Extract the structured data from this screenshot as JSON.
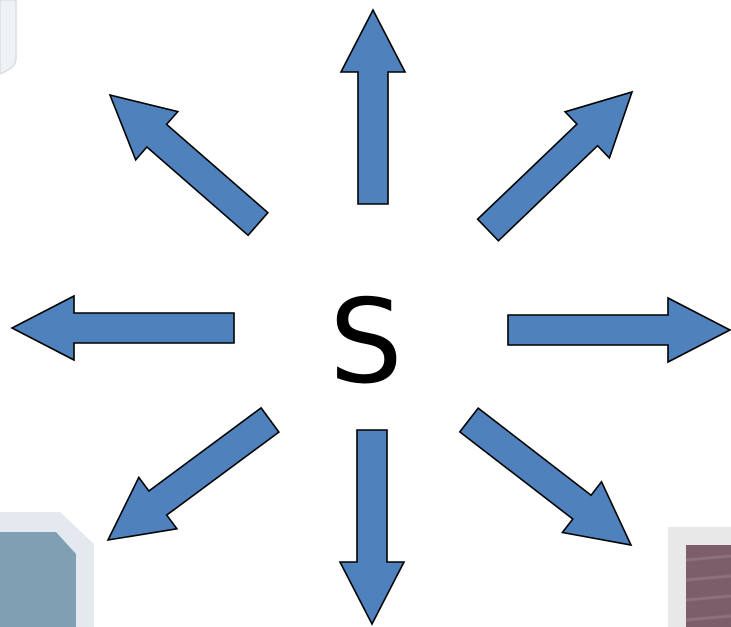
{
  "center": {
    "letter": "S"
  },
  "colors": {
    "arrow_fill": "#4f81bd",
    "arrow_stroke": "#000000",
    "letter": "#000000",
    "corner_frame_left": "#e3e9ee",
    "corner_fill_left": "#7f9fb2",
    "corner_frame_right": "#e8e8e8",
    "corner_texture_right": "#7b5e6a"
  },
  "arrows": [
    {
      "name": "arrow-up",
      "direction": "up"
    },
    {
      "name": "arrow-up-right",
      "direction": "up-right"
    },
    {
      "name": "arrow-right",
      "direction": "right"
    },
    {
      "name": "arrow-down-right",
      "direction": "down-right"
    },
    {
      "name": "arrow-down",
      "direction": "down"
    },
    {
      "name": "arrow-down-left",
      "direction": "down-left"
    },
    {
      "name": "arrow-left",
      "direction": "left"
    },
    {
      "name": "arrow-up-left",
      "direction": "up-left"
    }
  ]
}
